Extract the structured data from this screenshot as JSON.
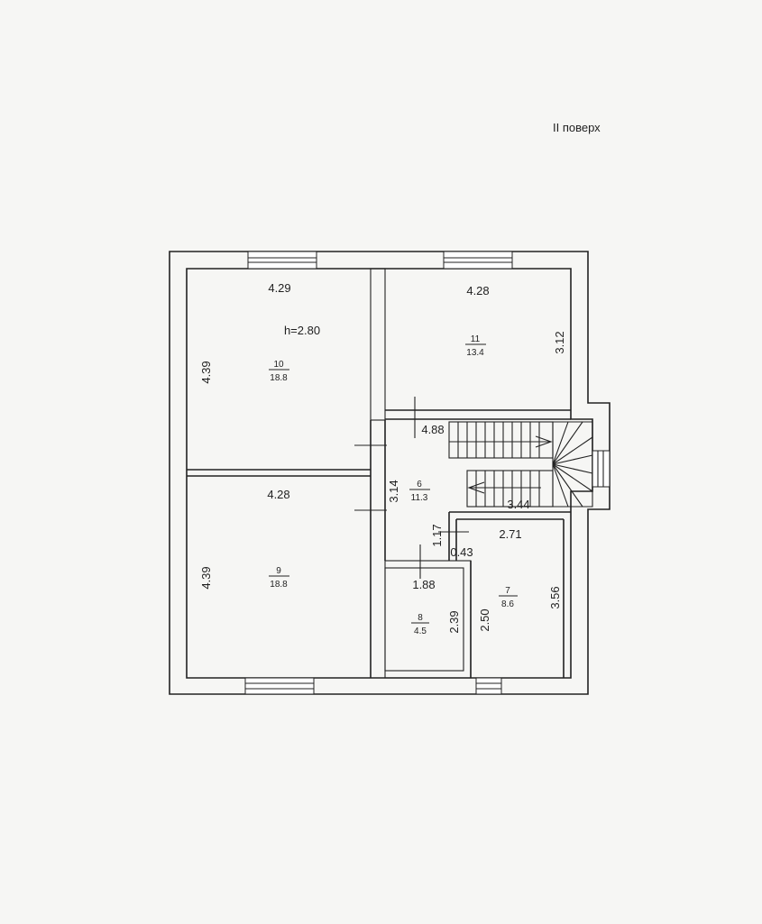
{
  "floor_title": "II поверх",
  "ceiling_height": "h=2.80",
  "rooms": [
    {
      "id": "room-10",
      "number": "10",
      "area": "18.8",
      "width": "4.29",
      "depth": "4.39"
    },
    {
      "id": "room-11",
      "number": "11",
      "area": "13.4",
      "width": "4.28",
      "depth": "3.12"
    },
    {
      "id": "room-9",
      "number": "9",
      "area": "18.8",
      "width": "4.28",
      "depth": "4.39"
    },
    {
      "id": "room-6",
      "number": "6",
      "area": "11.3",
      "width": "4.88",
      "depth": "3.14",
      "stair_len": "3.44",
      "passage_len": "1.17",
      "passage_w": "0.43"
    },
    {
      "id": "room-8",
      "number": "8",
      "area": "4.5",
      "width": "1.88",
      "depth": "2.39"
    },
    {
      "id": "room-7",
      "number": "7",
      "area": "8.6",
      "width": "2.71",
      "depth": "3.56",
      "depth_inner": "2.50"
    }
  ]
}
